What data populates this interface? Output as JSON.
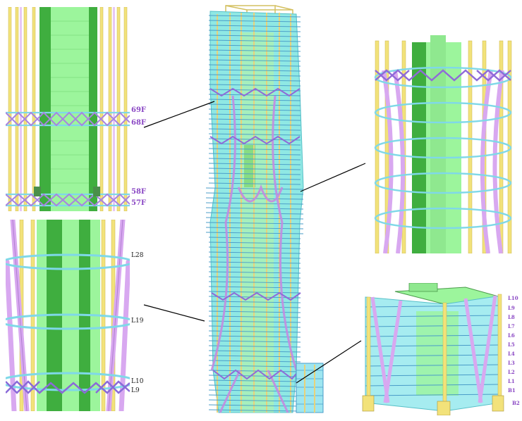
{
  "labels": {
    "top_left": [
      "69F",
      "68F",
      "58F",
      "57F"
    ],
    "bottom_left": [
      "L28",
      "L19",
      "L10",
      "L9"
    ],
    "bottom_right": [
      "L10",
      "L9",
      "L8",
      "L7",
      "L6",
      "L5",
      "L4",
      "L3",
      "L2",
      "L1",
      "B1",
      "B2"
    ]
  },
  "colors": {
    "core_dark": "#3fae3f",
    "core_light": "#9cf59c",
    "column_yellow": "#f2e27a",
    "brace_purple": "#cc99e8",
    "beam_cyan": "#7fd8e8",
    "floor_cyan": "#9ee6f0",
    "label_purple": "#8a47c4",
    "leader_line": "#000000"
  }
}
